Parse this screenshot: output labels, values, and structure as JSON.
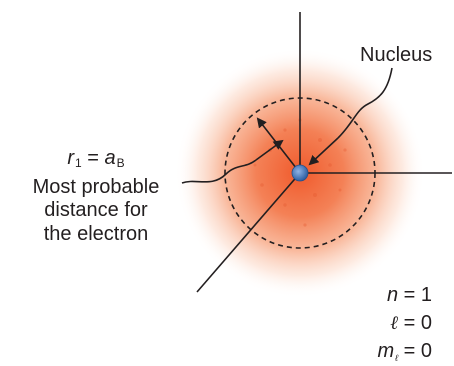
{
  "labels": {
    "nucleus": "Nucleus",
    "radius_symbol": "r",
    "radius_subscript": "1",
    "equals": " = ",
    "bohr_symbol": "a",
    "bohr_subscript": "B",
    "description_line1": "Most probable",
    "description_line2": "distance for",
    "description_line3": "the electron"
  },
  "quantum_numbers": {
    "n_symbol": "n",
    "n_value": "= 1",
    "l_symbol": "ℓ",
    "l_value": "= 0",
    "m_symbol": "m",
    "m_subscript": "ℓ",
    "m_value": "= 0"
  },
  "colors": {
    "cloud_core": "#f26b3a",
    "cloud_edge": "#fde4d8",
    "nucleus": "#3a6fb5",
    "lines": "#231f20"
  }
}
